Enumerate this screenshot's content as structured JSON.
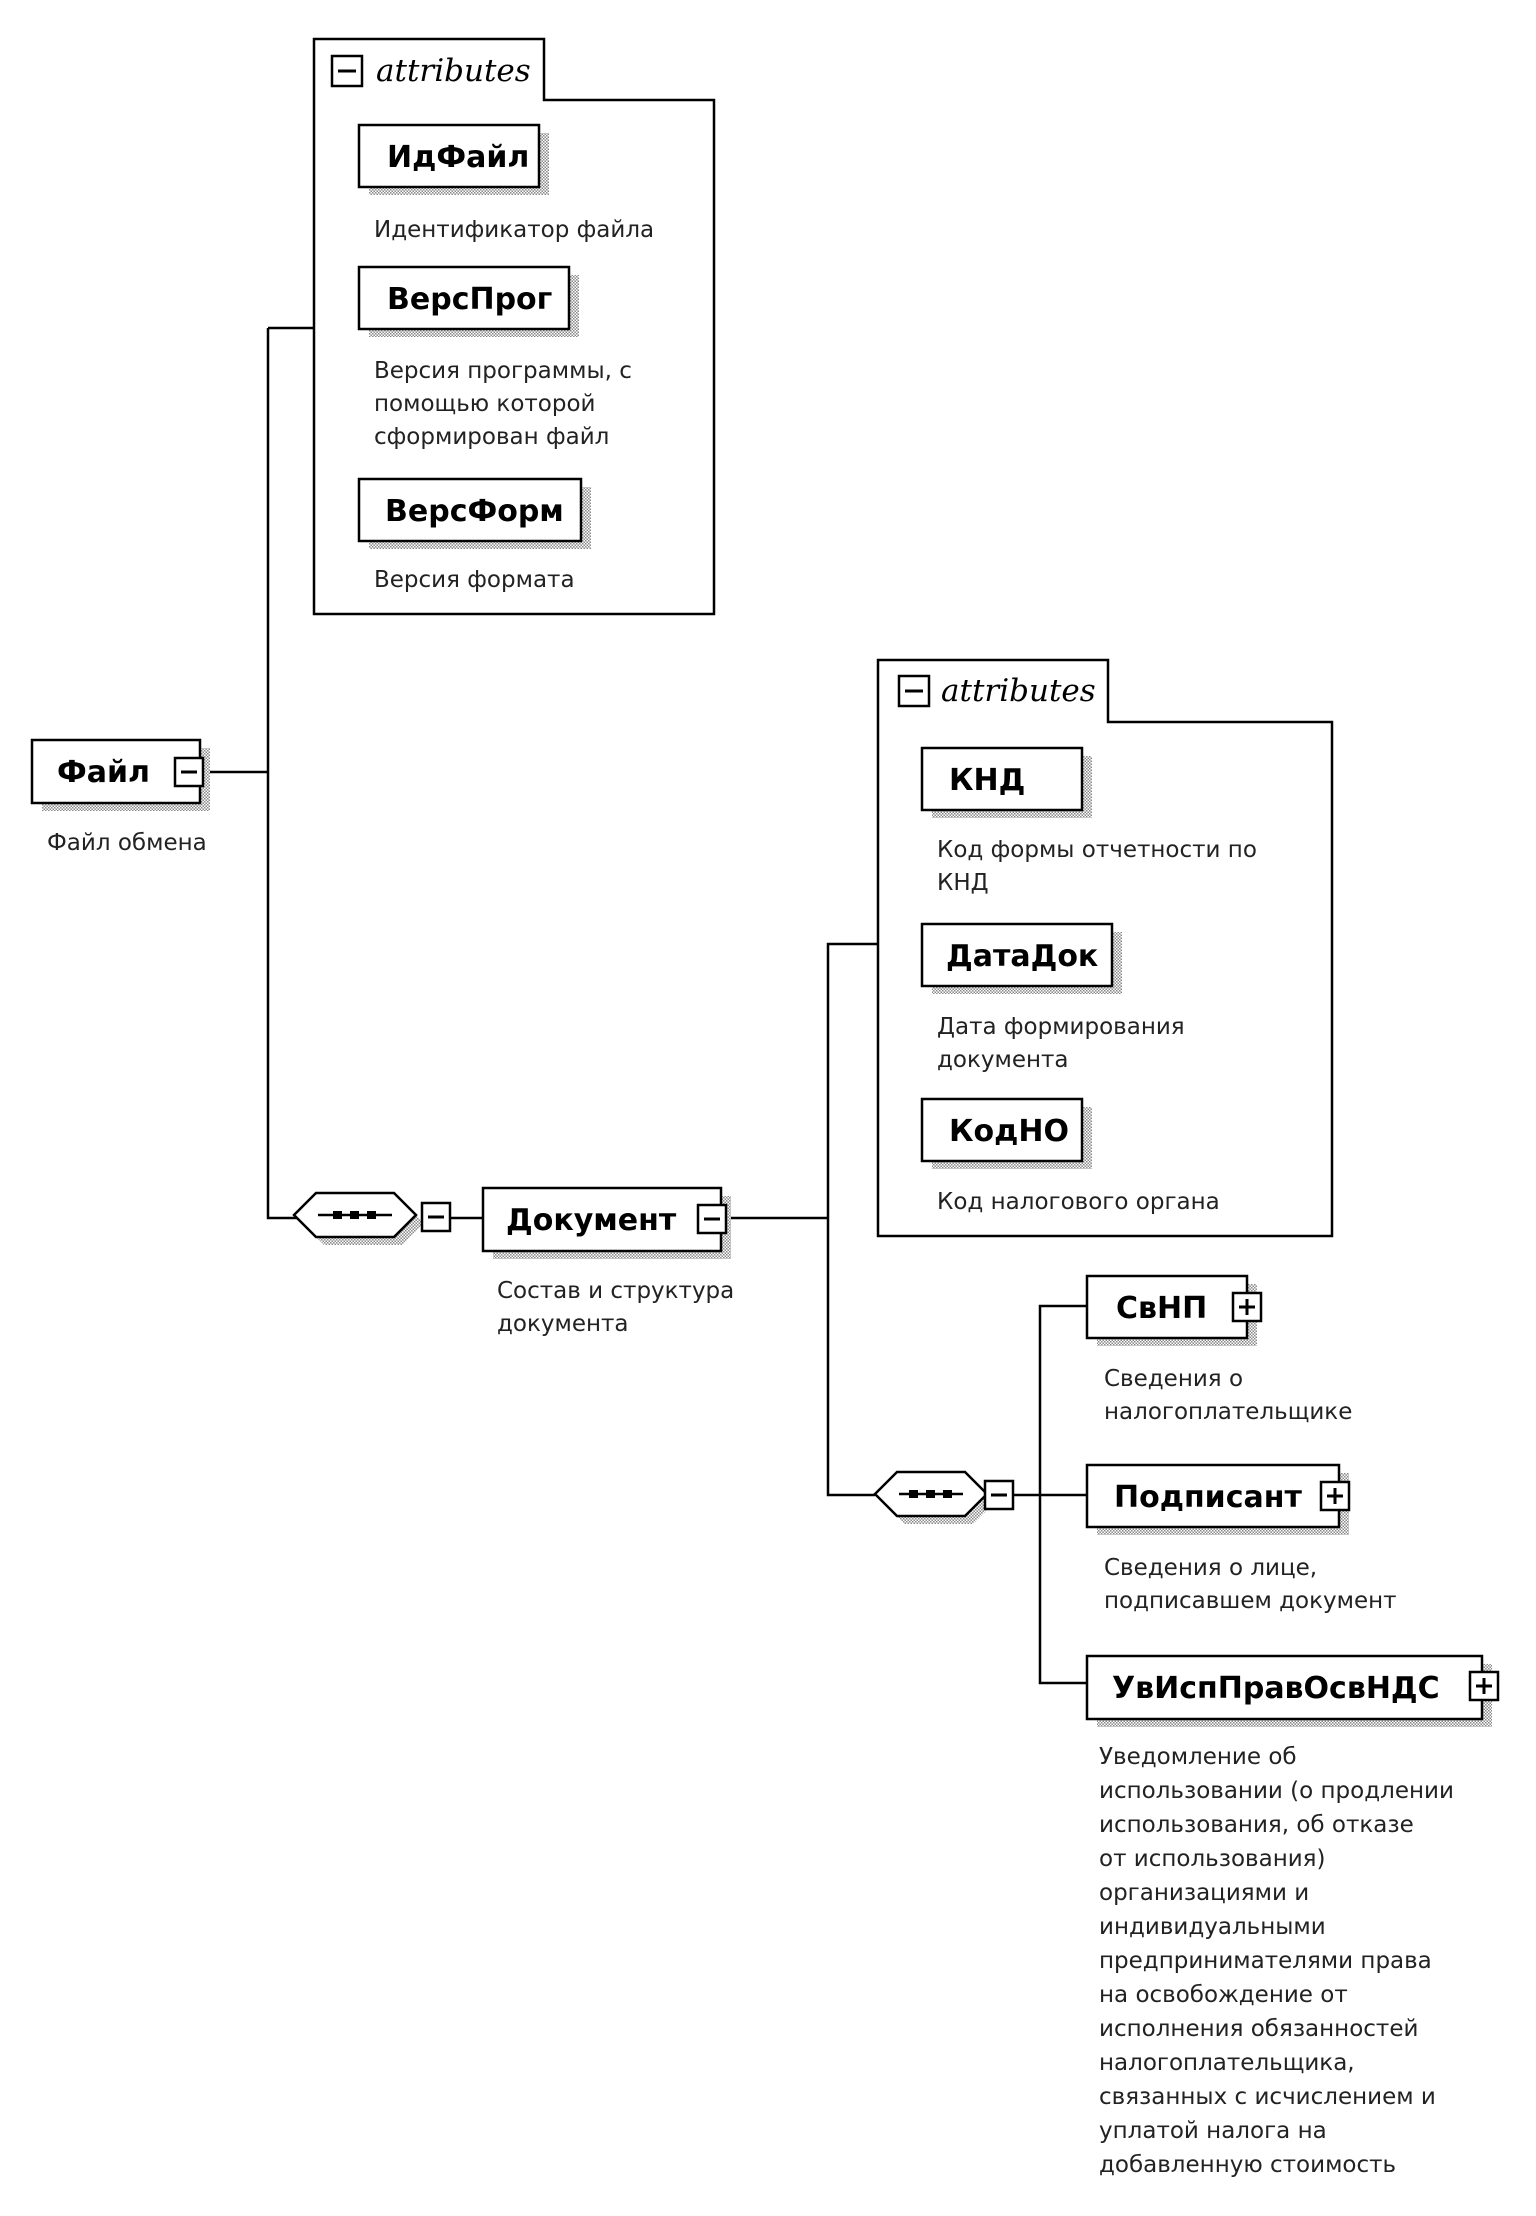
{
  "diagram": {
    "attributes_label": "attributes",
    "root": {
      "name": "Файл",
      "description": "Файл обмена"
    },
    "file_attributes": [
      {
        "name": "ИдФайл",
        "description": [
          "Идентификатор файла"
        ]
      },
      {
        "name": "ВерсПрог",
        "description": [
          "Версия программы, с",
          "помощью которой",
          "сформирован файл"
        ]
      },
      {
        "name": "ВерсФорм",
        "description": [
          "Версия формата"
        ]
      }
    ],
    "document": {
      "name": "Документ",
      "description": [
        "Состав и структура",
        "документа"
      ]
    },
    "document_attributes": [
      {
        "name": "КНД",
        "description": [
          "Код формы отчетности по",
          "КНД"
        ]
      },
      {
        "name": "ДатаДок",
        "description": [
          "Дата формирования",
          "документа"
        ]
      },
      {
        "name": "КодНО",
        "description": [
          "Код налогового органа"
        ]
      }
    ],
    "document_children": [
      {
        "name": "СвНП",
        "description": [
          "Сведения о",
          "налогоплательщике"
        ]
      },
      {
        "name": "Подписант",
        "description": [
          "Сведения о лице,",
          "подписавшем документ"
        ]
      },
      {
        "name": "УвИспПравОсвНДС",
        "description": [
          "Уведомление об",
          "использовании (о продлении",
          "использования, об отказе",
          "от использования)",
          "организациями и",
          "индивидуальными",
          "предпринимателями права",
          "на освобождение от",
          "исполнения обязанностей",
          "налогоплательщика,",
          "связанных с исчислением и",
          "уплатой налога на",
          "добавленную стоимость"
        ]
      }
    ]
  }
}
